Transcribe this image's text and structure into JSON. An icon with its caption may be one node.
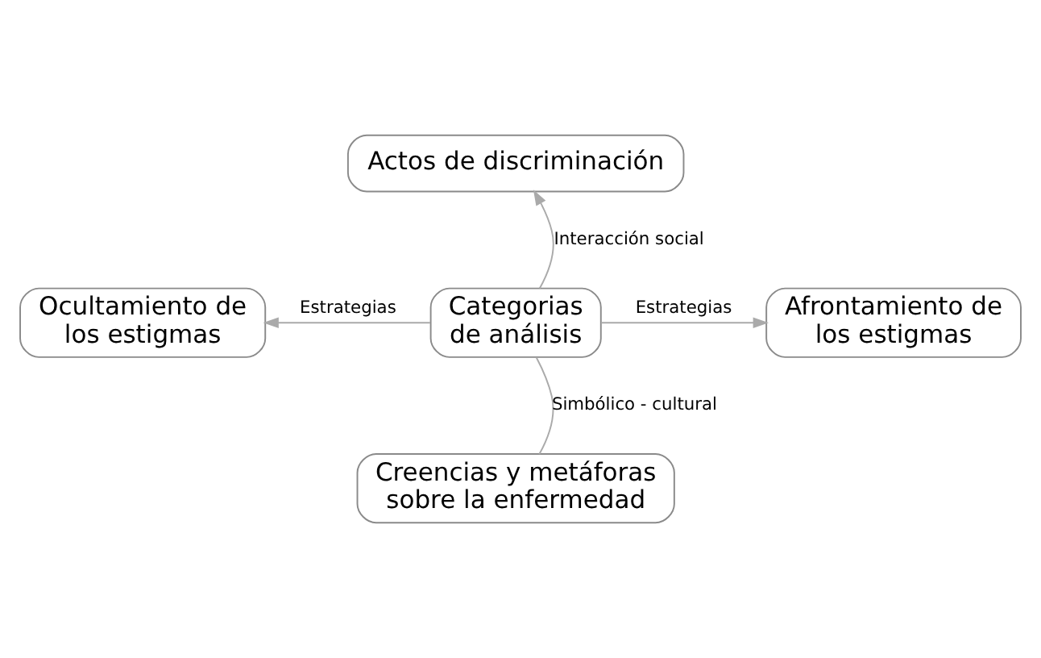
{
  "diagram": {
    "nodes": [
      {
        "text": [
          "Actos de discriminación"
        ]
      },
      {
        "text": [
          "Ocultamiento de los estigmas"
        ]
      },
      {
        "text": [
          "Categorias de análisis"
        ]
      },
      {
        "text": [
          "Afrontamiento de los estigmas"
        ]
      },
      {
        "text": [
          "Creencias y metáforas sobre la enfermedad"
        ]
      }
    ],
    "edges": [
      {
        "from": 2,
        "to": 0,
        "arrow": "to",
        "label": "Interacción social"
      },
      {
        "from": 2,
        "to": 1,
        "arrow": "to",
        "label": "Estrategias"
      },
      {
        "from": 2,
        "to": 3,
        "arrow": "to",
        "label": "Estrategias"
      },
      {
        "from": 4,
        "to": 2,
        "arrow": "none",
        "label": "Simbólico - cultural"
      }
    ]
  }
}
